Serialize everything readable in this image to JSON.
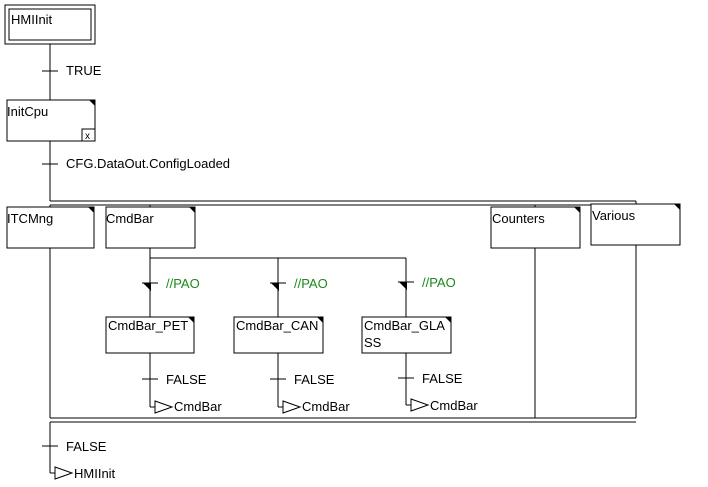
{
  "steps": {
    "hmiinit": "HMIInit",
    "initcpu": "InitCpu",
    "initcpu_flag": "x",
    "itcmng": "ITCMng",
    "cmdbar": "CmdBar",
    "counters": "Counters",
    "various": "Various",
    "cmdbar_pet": "CmdBar_PET",
    "cmdbar_can": "CmdBar_CAN",
    "cmdbar_glass_line1": "CmdBar_GLA",
    "cmdbar_glass_line2": "SS"
  },
  "transitions": {
    "t_true": "TRUE",
    "t_config": "CFG.DataOut.ConfigLoaded",
    "t_pet": "FALSE",
    "t_can": "FALSE",
    "t_glass": "FALSE",
    "t_final": "FALSE"
  },
  "comments": {
    "pet": "//PAO",
    "can": "//PAO",
    "glass": "//PAO"
  },
  "jumps": {
    "pet": "CmdBar",
    "can": "CmdBar",
    "glass": "CmdBar",
    "final": "HMIInit"
  },
  "colors": {
    "comment": "#1a8a1a",
    "line": "#000000"
  }
}
